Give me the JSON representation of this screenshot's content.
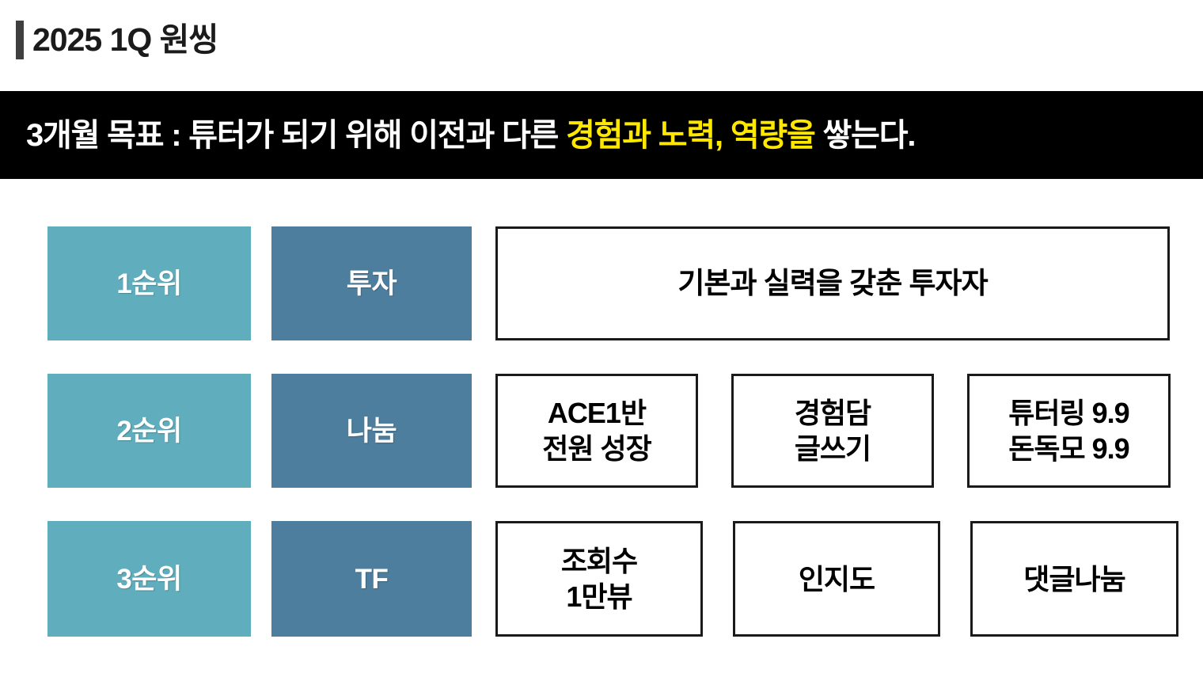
{
  "header": {
    "title": "2025 1Q 원씽",
    "accent_color": "#3f3f3f"
  },
  "goal_banner": {
    "background_color": "#000000",
    "highlight_color": "#ffe800",
    "text_before": "3개월 목표 : 튜터가 되기 위해 이전과 다른 ",
    "text_highlight": "경험과 노력, 역량을",
    "text_after": " 쌓는다.",
    "full_text": "3개월 목표 : 튜터가 되기 위해 이전과 다른 경험과 노력, 역량을 쌓는다."
  },
  "palette": {
    "rank_chip": "#60aebd",
    "category_chip": "#4d7e9e",
    "box_border": "#1a1a1a"
  },
  "rows": [
    {
      "rank": "1순위",
      "category": "투자",
      "boxes": [
        {
          "lines": [
            "기본과 실력을 갖춘 투자자"
          ]
        }
      ]
    },
    {
      "rank": "2순위",
      "category": "나눔",
      "boxes": [
        {
          "lines": [
            "ACE1반",
            "전원 성장"
          ]
        },
        {
          "lines": [
            "경험담",
            "글쓰기"
          ]
        },
        {
          "lines": [
            "튜터링 9.9",
            "돈독모 9.9"
          ]
        }
      ]
    },
    {
      "rank": "3순위",
      "category": "TF",
      "boxes": [
        {
          "lines": [
            "조회수",
            "1만뷰"
          ]
        },
        {
          "lines": [
            "인지도"
          ]
        },
        {
          "lines": [
            "댓글나눔"
          ]
        }
      ]
    }
  ]
}
